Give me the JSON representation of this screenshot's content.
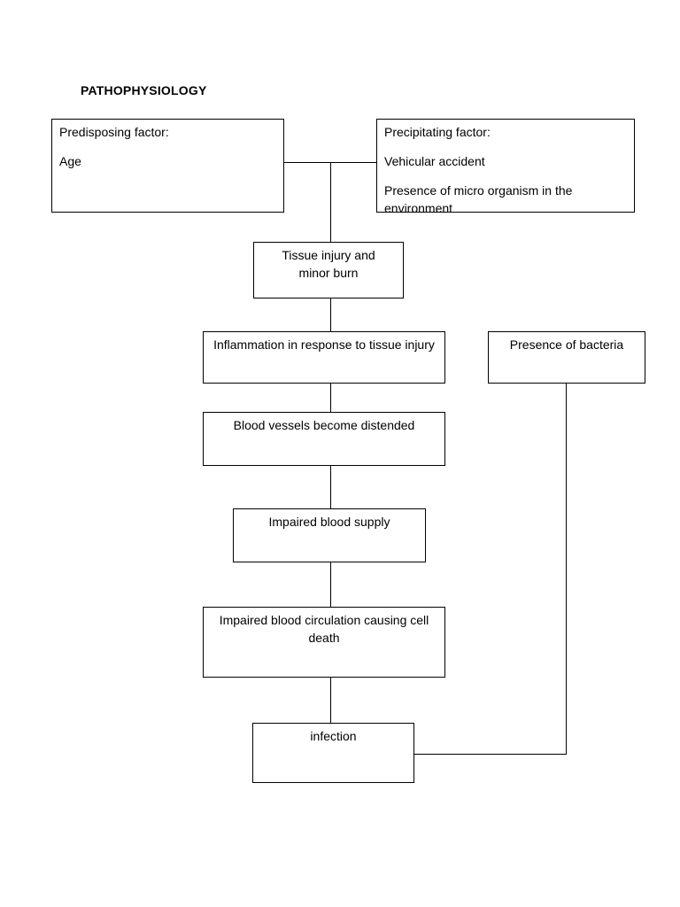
{
  "title": "PATHOPHYSIOLOGY",
  "boxes": {
    "predisposing": {
      "heading": "Predisposing factor:",
      "item1": "Age"
    },
    "precipitating": {
      "heading": "Precipitating factor:",
      "item1": "Vehicular accident",
      "item2": "Presence of micro organism in the environment"
    },
    "tissue_injury": "Tissue injury and minor burn",
    "inflammation": "Inflammation in response to tissue injury",
    "bacteria": "Presence of bacteria",
    "distended": "Blood vessels become distended",
    "impaired_supply": "Impaired blood supply",
    "cell_death": "Impaired blood circulation causing cell death",
    "infection": "infection"
  }
}
